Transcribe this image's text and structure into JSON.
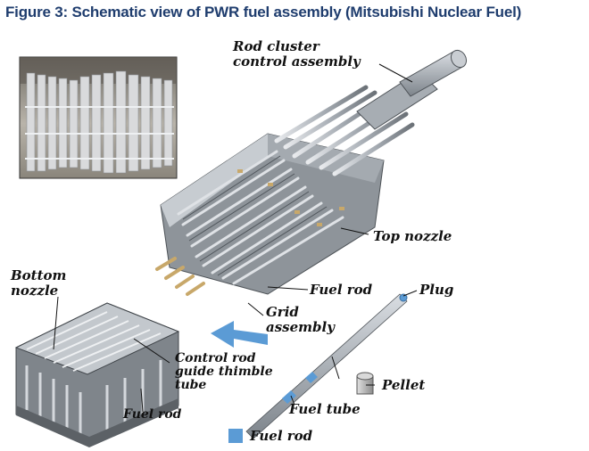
{
  "figure": {
    "title": "Figure 3: Schematic view of PWR fuel assembly (Mitsubishi Nuclear Fuel)"
  },
  "labels": {
    "rcca": [
      "Rod cluster",
      "control assembly"
    ],
    "top_nozzle": "Top nozzle",
    "fuel_rod_mid": "Fuel rod",
    "plug": "Plug",
    "grid_assembly": [
      "Grid",
      "assembly"
    ],
    "bottom_nozzle": [
      "Bottom",
      "nozzle"
    ],
    "guide_thimble": [
      "Control rod",
      "guide thimble",
      "tube"
    ],
    "fuel_rod_bottom": "Fuel rod",
    "pellet": "Pellet",
    "fuel_tube": "Fuel tube",
    "legend_fuel_rod": "Fuel rod"
  },
  "colors": {
    "title": "#1f3d6e",
    "arrow": "#5b9bd5",
    "legend_square": "#5b9bd5",
    "metal": "#b9bec4",
    "metal_dark": "#6f757c",
    "fuel_accent": "#c8a86a"
  }
}
